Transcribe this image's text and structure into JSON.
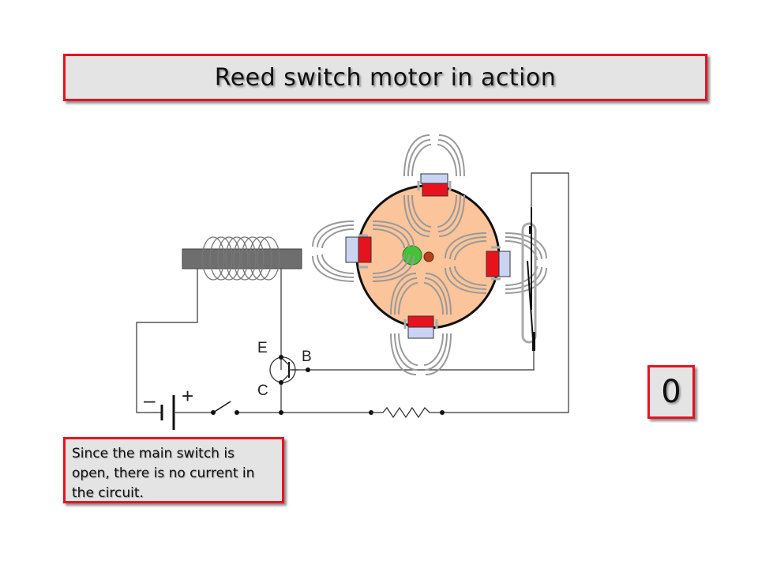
{
  "title": "Reed switch motor in action",
  "counter": "0",
  "note": "Since the main switch is open, there is no current in the circuit.",
  "transistor": {
    "emitter": "E",
    "base": "B",
    "collector": "C"
  },
  "battery": {
    "minus": "–",
    "plus": "+"
  },
  "colors": {
    "frame": "#e8121f",
    "rotor": "#fbc49a",
    "magnet_red": "#e8121f",
    "magnet_blue": "#c8d4f2",
    "axle": "#44c23a",
    "pin": "#b5421a",
    "core": "#6e6e6e"
  }
}
